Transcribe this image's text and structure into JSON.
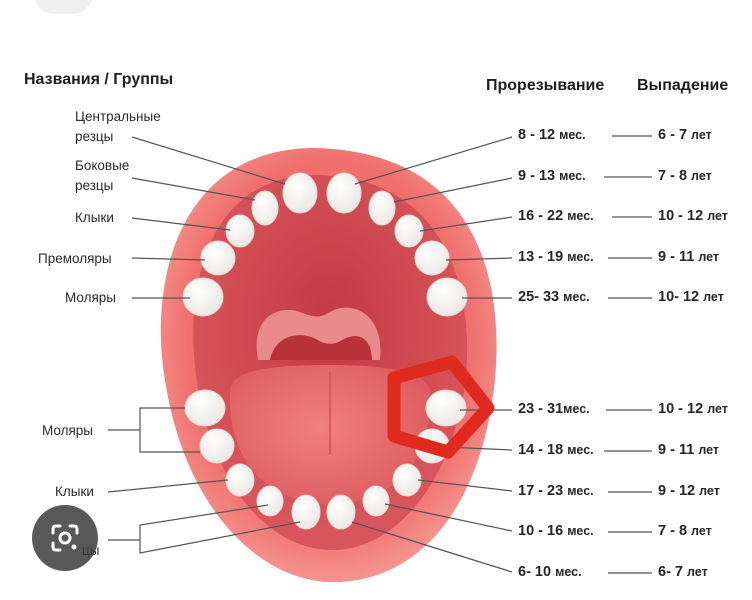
{
  "headers": {
    "names_groups": "Названия / Группы",
    "eruption": "Прорезывание",
    "loss": "Выпадение"
  },
  "left_labels": {
    "central_incisors_line1": "Центральные",
    "central_incisors_line2": "резцы",
    "lateral_incisors_line1": "Боковые",
    "lateral_incisors_line2": "резцы",
    "canines_upper": "Клыки",
    "premolars": "Премоляры",
    "molars_upper": "Моляры",
    "molars_lower": "Моляры",
    "canines_lower": "Клыки",
    "incisors_lower_partial": "цы"
  },
  "upper_rows": [
    {
      "eruption": "8 - 12",
      "eruption_unit": "мес.",
      "loss": "6 - 7",
      "loss_unit": "лет"
    },
    {
      "eruption": "9 - 13",
      "eruption_unit": "мес.",
      "loss": "7 - 8",
      "loss_unit": "лет"
    },
    {
      "eruption": "16 - 22",
      "eruption_unit": "мес.",
      "loss": "10 - 12",
      "loss_unit": "лет"
    },
    {
      "eruption": "13 - 19",
      "eruption_unit": "мес.",
      "loss": "9 - 11",
      "loss_unit": "лет"
    },
    {
      "eruption": "25- 33",
      "eruption_unit": "мес.",
      "loss": "10- 12",
      "loss_unit": "лет"
    }
  ],
  "lower_rows": [
    {
      "eruption": "23 - 31",
      "eruption_unit": "мес.",
      "loss": "10 - 12",
      "loss_unit": "лет"
    },
    {
      "eruption": "14 - 18",
      "eruption_unit": "мес.",
      "loss": "9 - 11",
      "loss_unit": "лет"
    },
    {
      "eruption": "17 - 23",
      "eruption_unit": "мес.",
      "loss": "9 - 12",
      "loss_unit": "лет"
    },
    {
      "eruption": "10 - 16",
      "eruption_unit": "мес.",
      "loss": "7 - 8",
      "loss_unit": "лет"
    },
    {
      "eruption": "6- 10",
      "eruption_unit": "мес.",
      "loss": "6- 7",
      "loss_unit": "лет"
    }
  ],
  "colors": {
    "lips": "#f07a76",
    "mouth": "#c73c44",
    "tongue": "#e8706f",
    "tooth": "#fdfdfd",
    "highlight": "#e02a1e"
  },
  "icons": {
    "lens_button": "google-lens-icon"
  }
}
